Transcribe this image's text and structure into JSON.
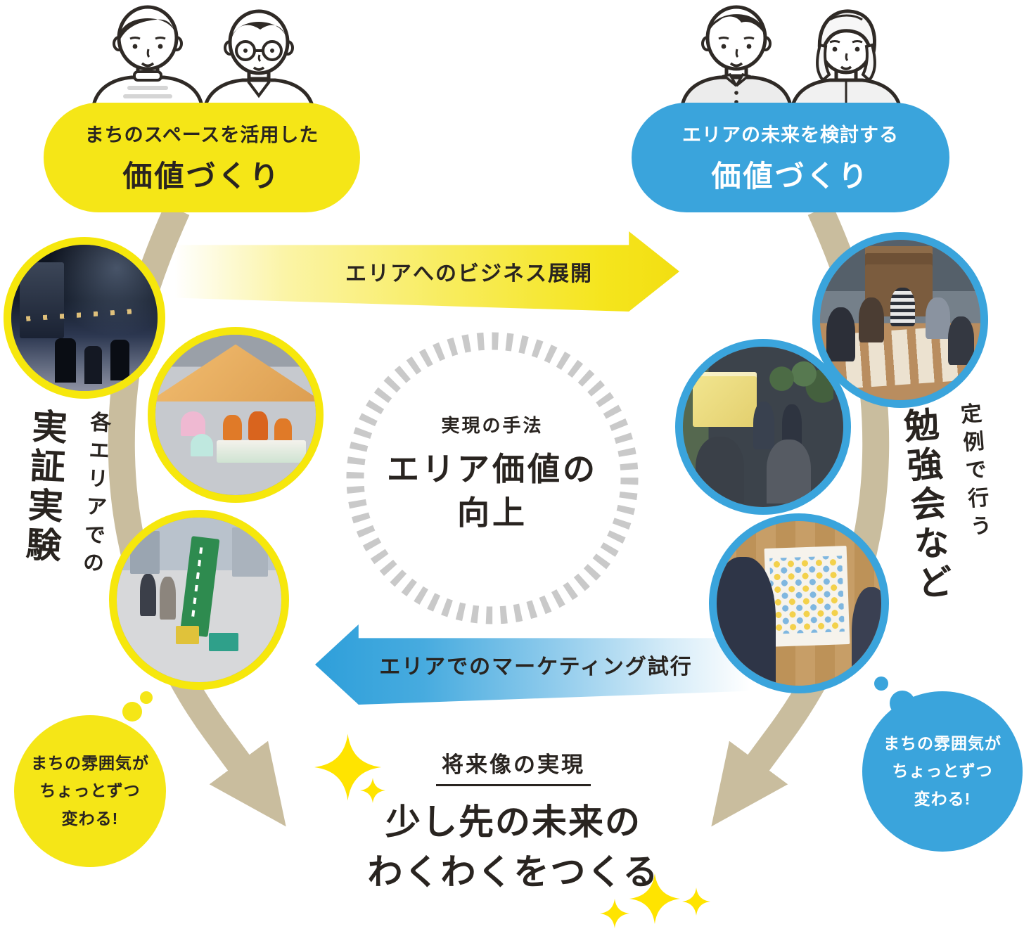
{
  "diagram": {
    "left": {
      "bubble_line1": "まちのスペースを活用した",
      "bubble_line2": "価値づくり",
      "caption_small": "各エリアでの",
      "caption_large": "実証実験",
      "thought_lines": [
        "まちの雰囲気が",
        "ちょっとずつ",
        "変わる!"
      ],
      "photos": [
        "night-street-event-photo",
        "tent-stall-event-photo",
        "street-market-banner-photo"
      ]
    },
    "right": {
      "bubble_line1": "エリアの未来を検討する",
      "bubble_line2": "価値づくり",
      "caption_small": "定例で行う",
      "caption_large": "勉強会など",
      "thought_lines": [
        "まちの雰囲気が",
        "ちょっとずつ",
        "変わる!"
      ],
      "photos": [
        "meeting-table-photo",
        "talk-session-photo",
        "sticky-notes-workshop-photo"
      ]
    },
    "arrow_to_area": "エリアへのビジネス展開",
    "arrow_from_area": "エリアでのマーケティング試行",
    "center": {
      "label": "実現の手法",
      "line1": "エリア価値の",
      "line2": "向上"
    },
    "goal": {
      "heading": "将来像の実現",
      "line1": "少し先の未来の",
      "line2": "わくわくをつくる"
    },
    "colors": {
      "yellow": "#F5E617",
      "blue": "#3AA4DC",
      "tan": "#C9BD9E",
      "sparkle": "#FFE400",
      "ink": "#292420",
      "ring_gray": "#C9C9C9"
    }
  }
}
